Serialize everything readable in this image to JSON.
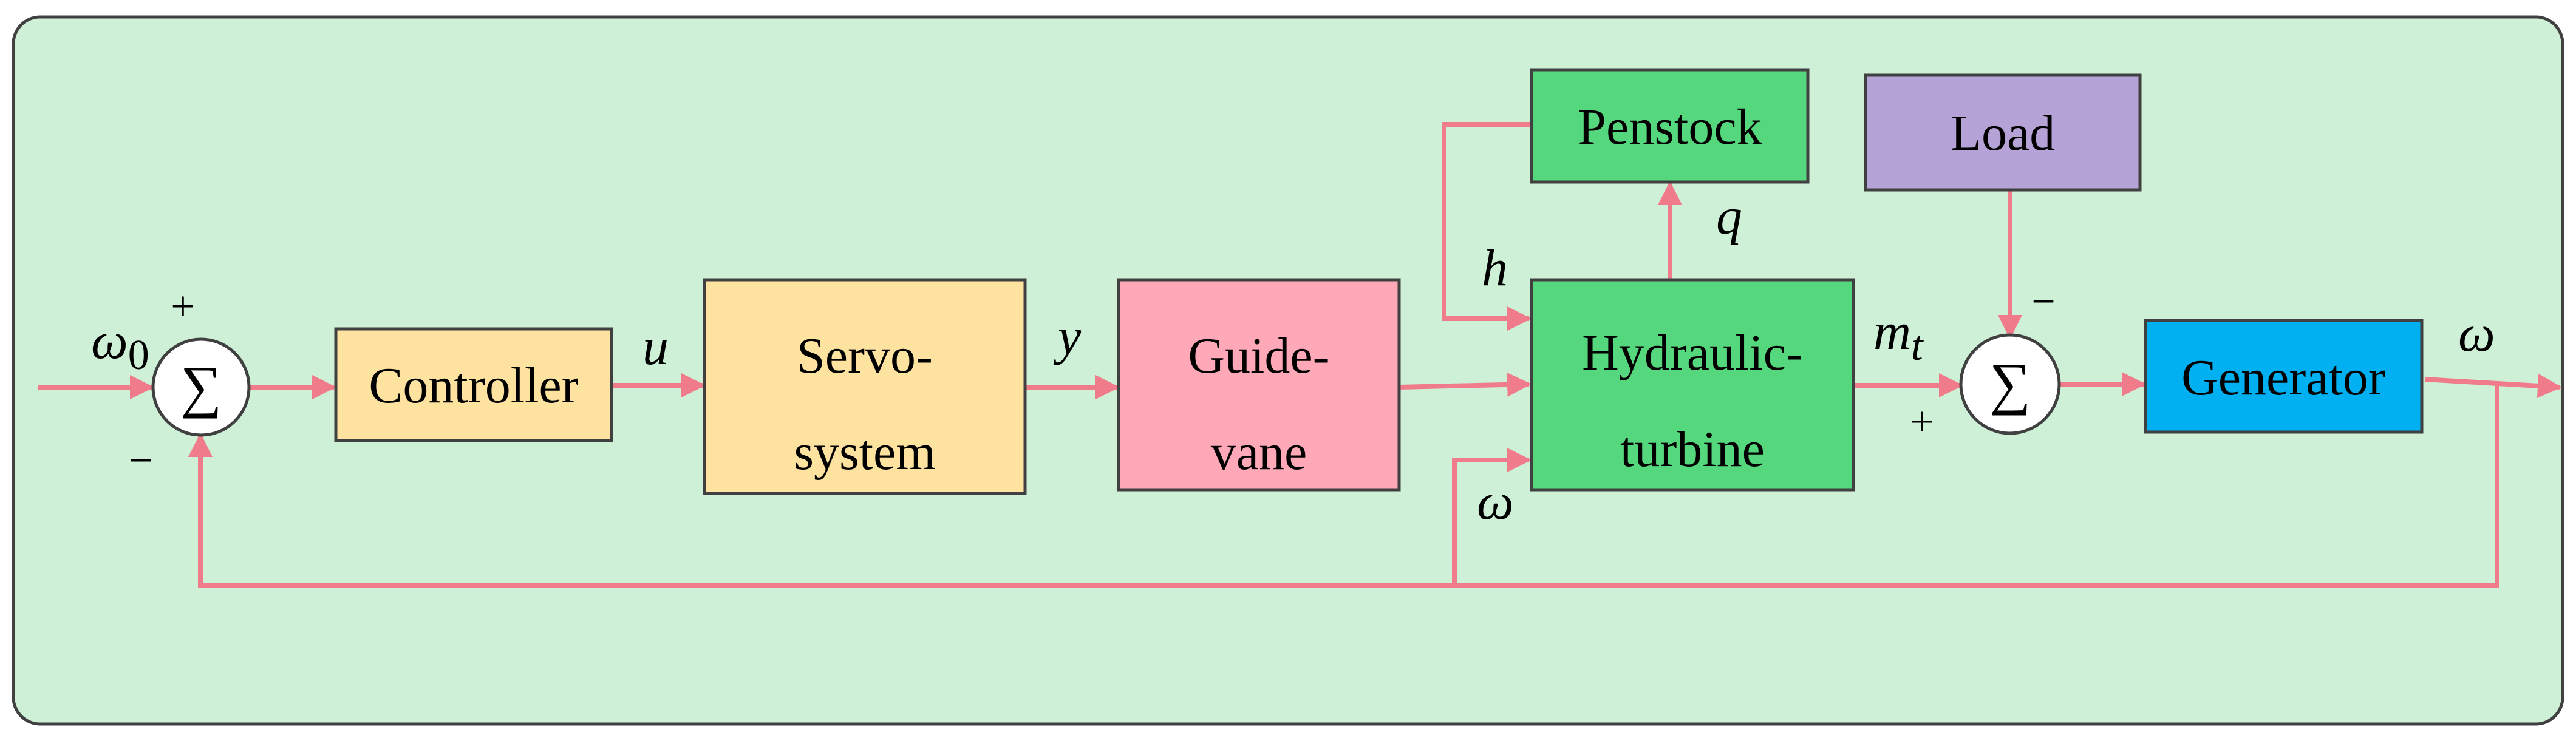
{
  "colors": {
    "panel_bg": "#cdf0d6",
    "panel_border": "#404040",
    "signal_line": "#f07c8b",
    "controller": "#fde39f",
    "servo": "#fde39f",
    "guide_vane": "#ffa9b8",
    "turbine": "#55d87d",
    "penstock": "#55d87d",
    "load": "#b5a2d6",
    "generator": "#00b0f0",
    "summer_fill": "#ffffff"
  },
  "blocks": {
    "controller": {
      "label": "Controller"
    },
    "servo": {
      "line1": "Servo-",
      "line2": "system"
    },
    "guide_vane": {
      "line1": "Guide-",
      "line2": "vane"
    },
    "turbine": {
      "line1": "Hydraulic-",
      "line2": "turbine"
    },
    "penstock": {
      "label": "Penstock"
    },
    "load": {
      "label": "Load"
    },
    "generator": {
      "label": "Generator"
    }
  },
  "summers": {
    "symbol": "∑",
    "left": {
      "plus": "+",
      "minus": "−"
    },
    "right": {
      "plus": "+",
      "minus": "−"
    }
  },
  "signals": {
    "omega0_base": "ω",
    "omega0_sub": "0",
    "u": "u",
    "y": "y",
    "h": "h",
    "q": "q",
    "mt_base": "m",
    "mt_sub": "t",
    "omega_out": "ω",
    "omega_fb": "ω"
  }
}
